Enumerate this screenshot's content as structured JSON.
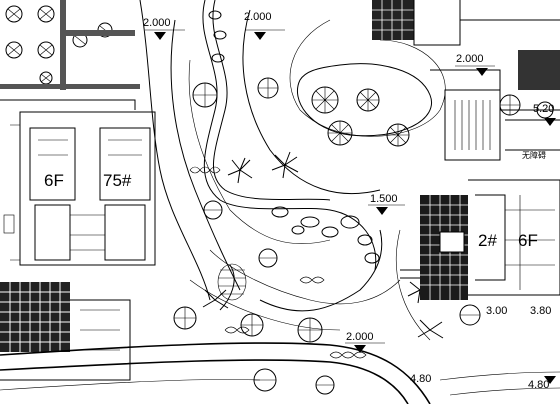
{
  "drawing": {
    "elevations": {
      "e1": "2.000",
      "e2": "2.000",
      "e3": "2.000",
      "e4": "1.500",
      "e5": "2.000",
      "e6": "5.20",
      "e7": "3.00",
      "e8": "3.80",
      "e9": "4.80",
      "e10": "4.80"
    },
    "building_labels": {
      "left_floors": "6F",
      "left_number": "75#",
      "right_number": "2#",
      "right_floors": "6F"
    },
    "notes": {
      "side_label": "无障碍"
    }
  }
}
